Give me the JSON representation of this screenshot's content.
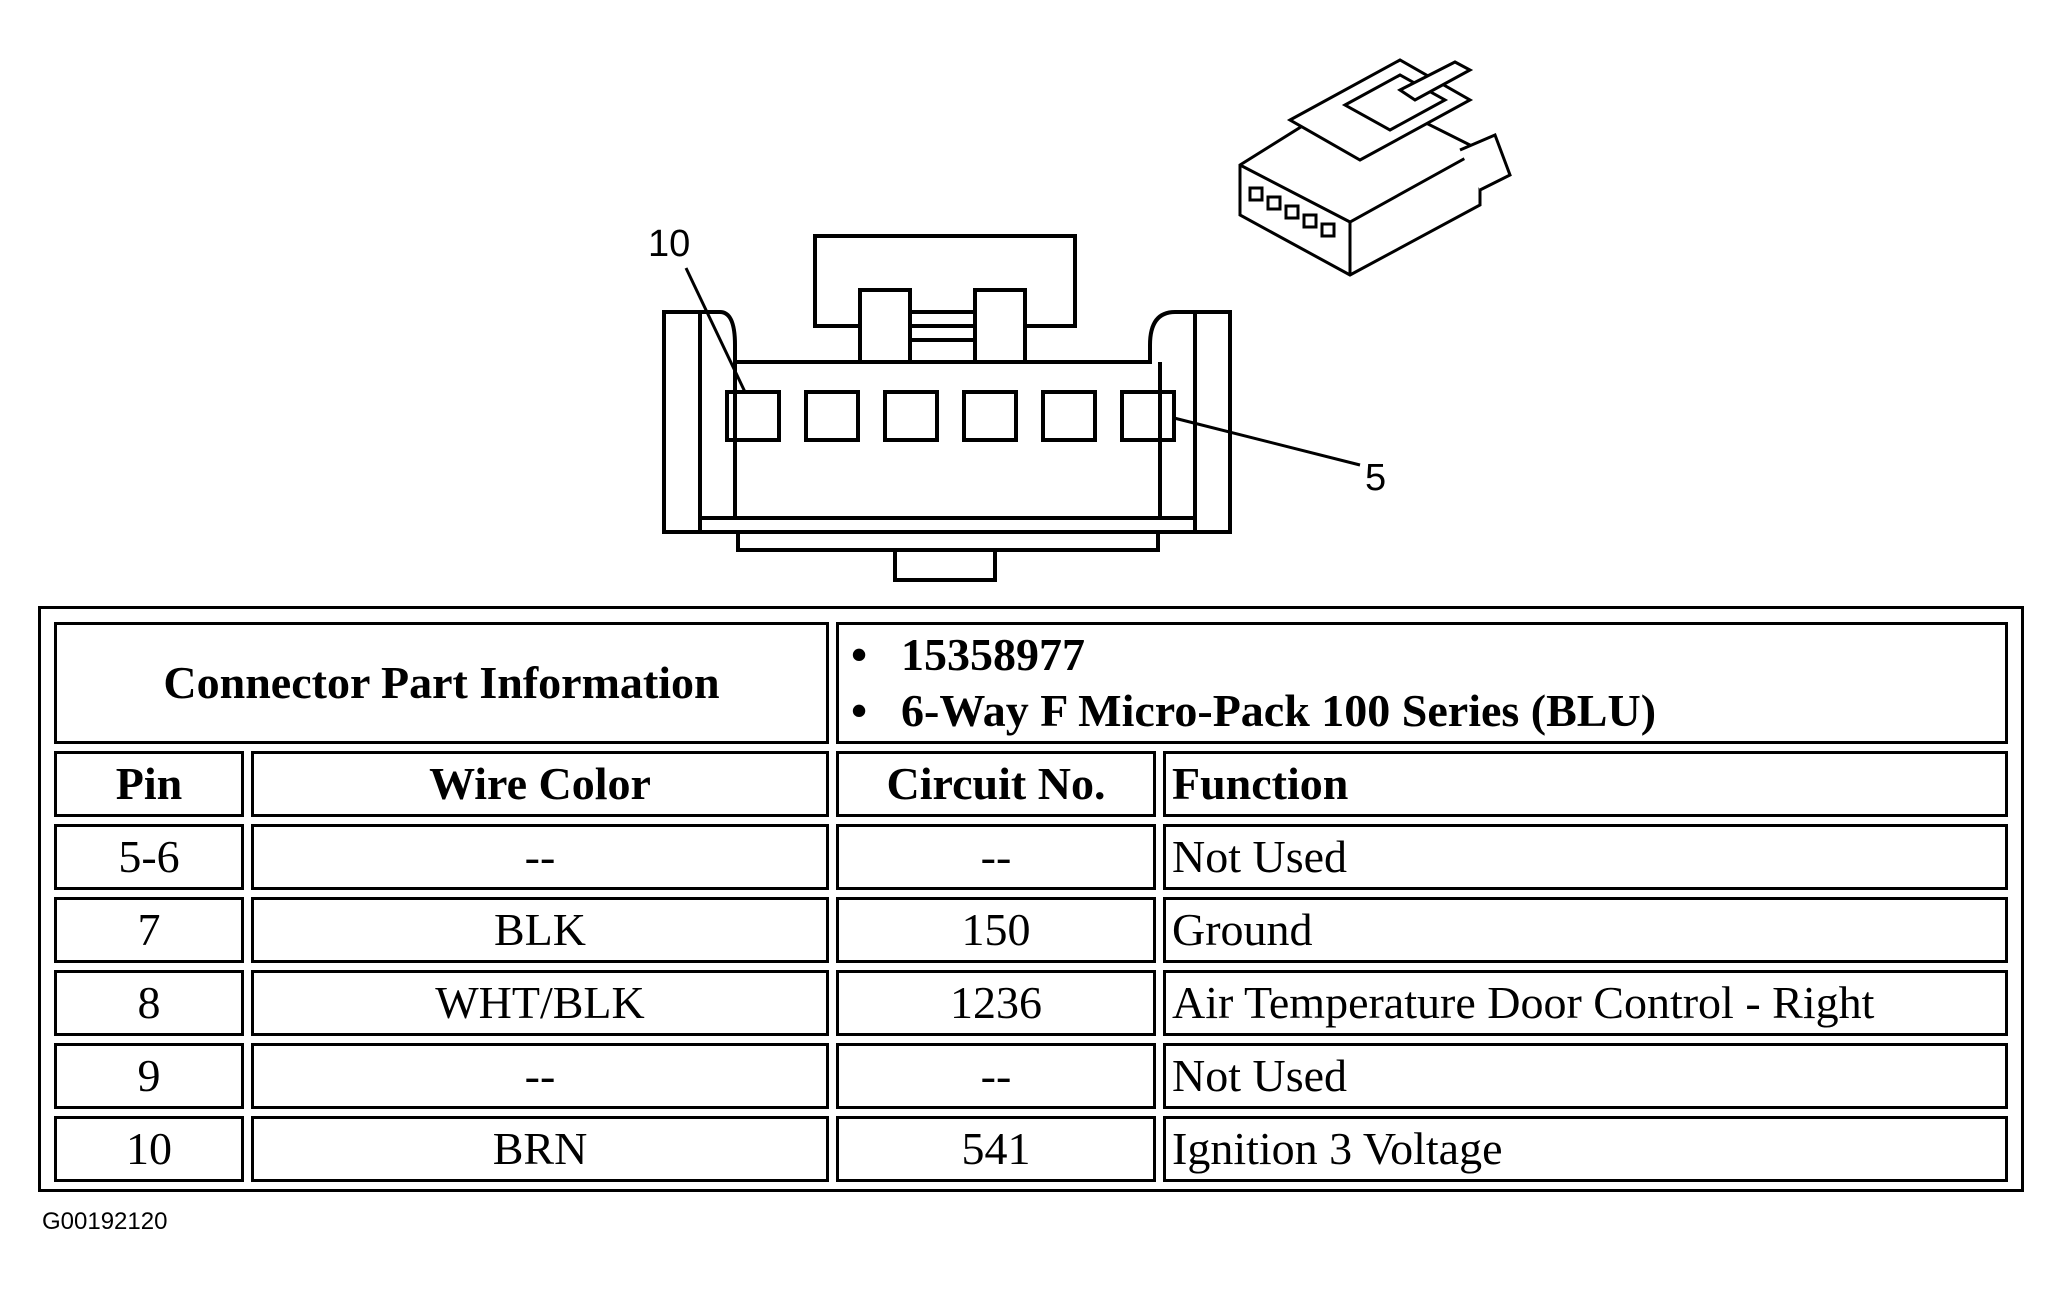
{
  "diagram": {
    "callout_left": "10",
    "callout_right": "5",
    "figure_id": "G00192120"
  },
  "connector_info": {
    "label": "Connector Part Information",
    "items": [
      "15358977",
      "6-Way F Micro-Pack 100 Series (BLU)"
    ]
  },
  "columns": [
    "Pin",
    "Wire Color",
    "Circuit No.",
    "Function"
  ],
  "rows": [
    {
      "pin": "5-6",
      "wire_color": "--",
      "circuit": "--",
      "function": "Not Used"
    },
    {
      "pin": "7",
      "wire_color": "BLK",
      "circuit": "150",
      "function": "Ground"
    },
    {
      "pin": "8",
      "wire_color": "WHT/BLK",
      "circuit": "1236",
      "function": "Air Temperature Door Control - Right"
    },
    {
      "pin": "9",
      "wire_color": "--",
      "circuit": "--",
      "function": "Not Used"
    },
    {
      "pin": "10",
      "wire_color": "BRN",
      "circuit": "541",
      "function": "Ignition 3 Voltage"
    }
  ]
}
